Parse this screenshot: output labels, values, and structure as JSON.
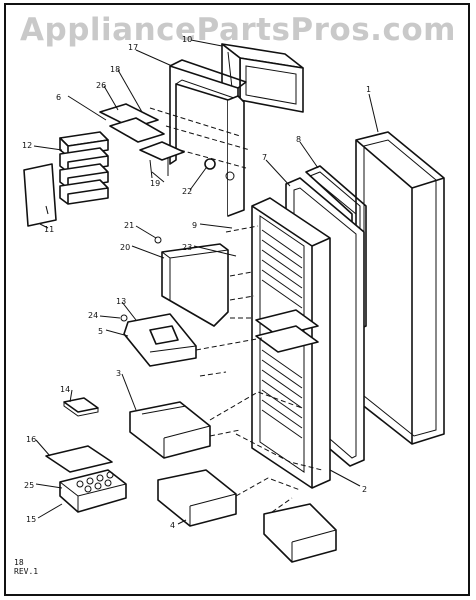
{
  "watermark": "AppliancePartsPros.com",
  "revision": {
    "sheet": "18",
    "rev": "REV.1"
  },
  "callouts": [
    {
      "id": "c1",
      "text": "1"
    },
    {
      "id": "c2",
      "text": "2"
    },
    {
      "id": "c3",
      "text": "3"
    },
    {
      "id": "c4",
      "text": "4"
    },
    {
      "id": "c5",
      "text": "5"
    },
    {
      "id": "c6",
      "text": "6"
    },
    {
      "id": "c7",
      "text": "7"
    },
    {
      "id": "c8",
      "text": "8"
    },
    {
      "id": "c9",
      "text": "9"
    },
    {
      "id": "c10",
      "text": "10"
    },
    {
      "id": "c11",
      "text": "11"
    },
    {
      "id": "c12",
      "text": "12"
    },
    {
      "id": "c13",
      "text": "13"
    },
    {
      "id": "c14",
      "text": "14"
    },
    {
      "id": "c15",
      "text": "15"
    },
    {
      "id": "c16",
      "text": "16"
    },
    {
      "id": "c17",
      "text": "17"
    },
    {
      "id": "c18",
      "text": "18"
    },
    {
      "id": "c19",
      "text": "19"
    },
    {
      "id": "c20",
      "text": "20"
    },
    {
      "id": "c21",
      "text": "21"
    },
    {
      "id": "c22",
      "text": "22"
    },
    {
      "id": "c23",
      "text": "23"
    },
    {
      "id": "c24",
      "text": "24"
    },
    {
      "id": "c25",
      "text": "25"
    },
    {
      "id": "c26",
      "text": "26"
    }
  ]
}
